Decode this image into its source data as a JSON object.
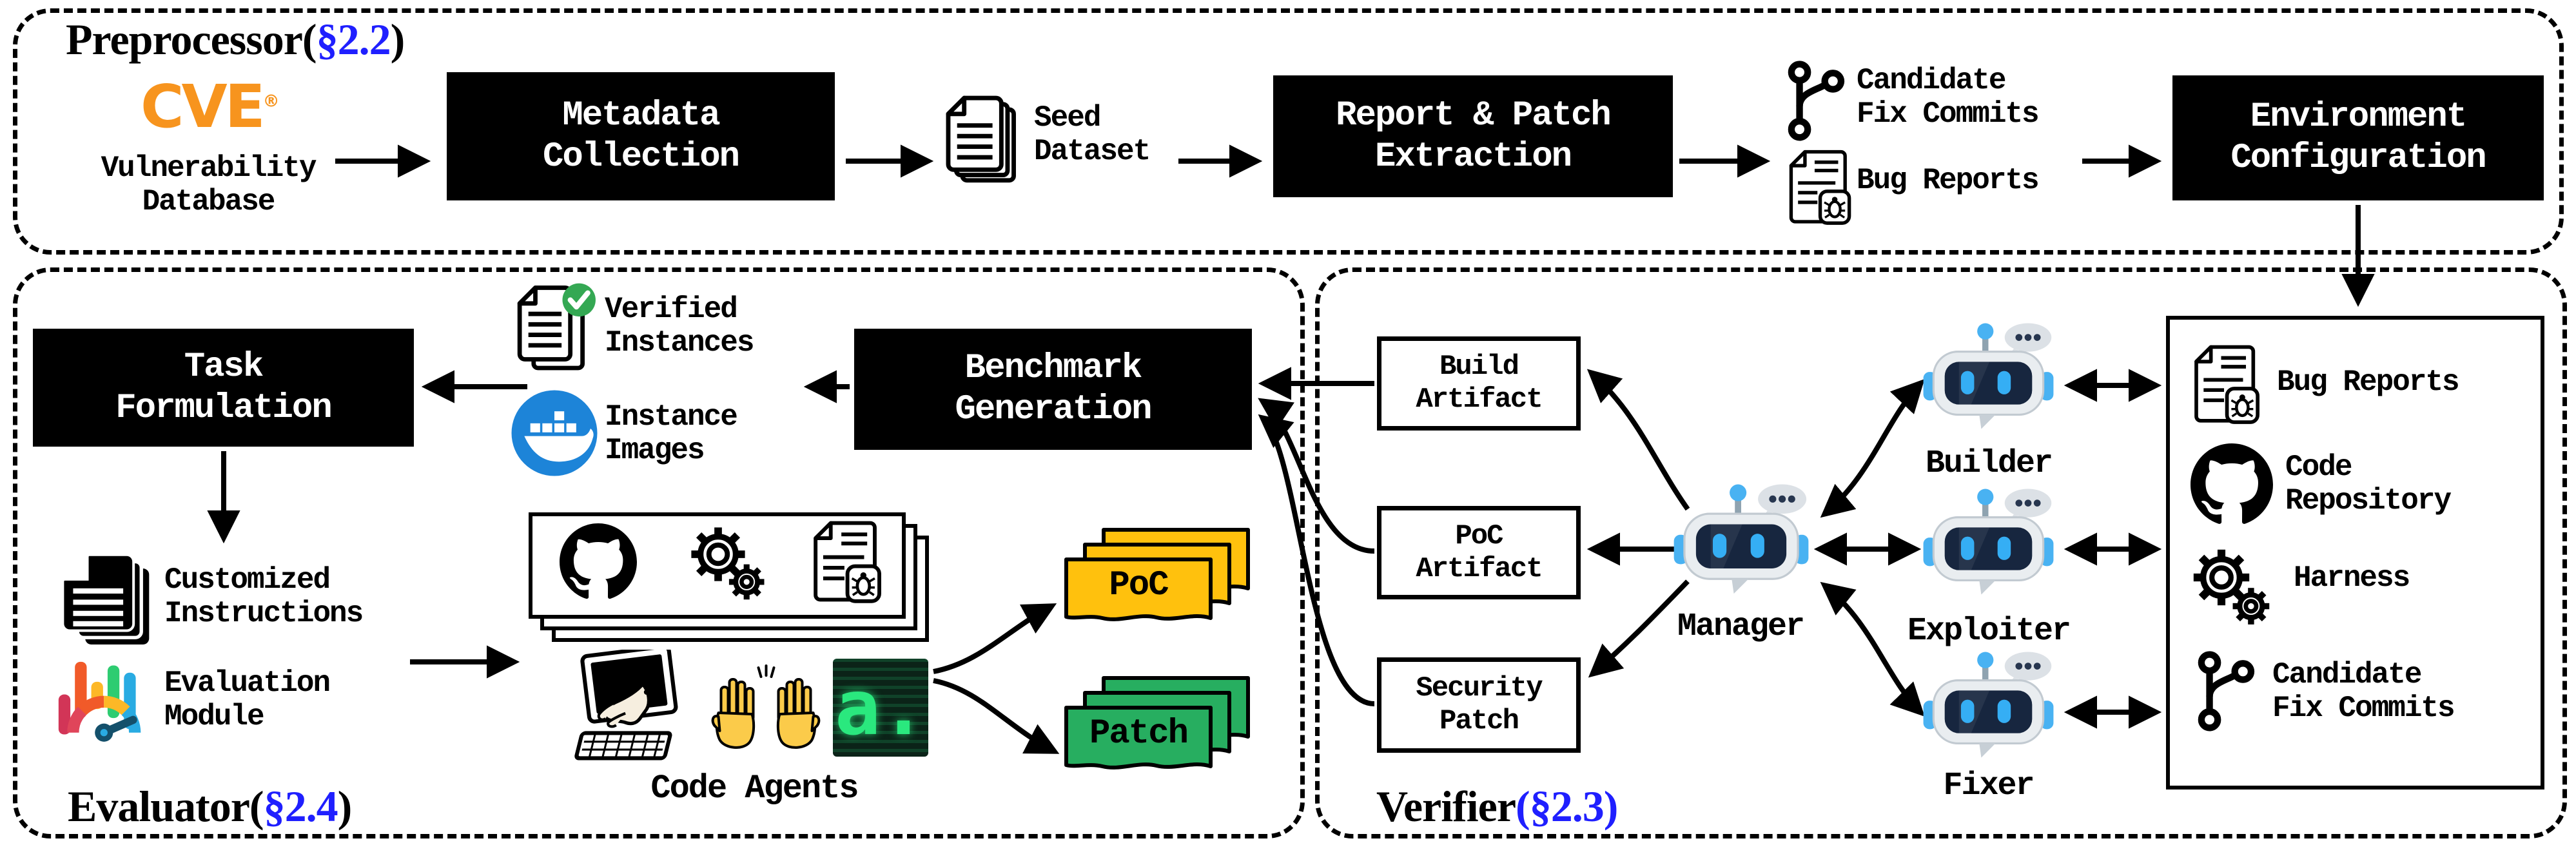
{
  "punct": {
    "open": "(",
    "close": ")"
  },
  "headers": {
    "preprocessor": {
      "name": "Preprocessor",
      "section": "§2.2"
    },
    "evaluator": {
      "name": "Evaluator",
      "section": "§2.4"
    },
    "verifier": {
      "name": "Verifier",
      "section": "§2.3"
    }
  },
  "preprocessor": {
    "cve_logo": "CVE",
    "cve_reg": "®",
    "vulnerability_db": "Vulnerability\nDatabase",
    "metadata_collection": "Metadata\nCollection",
    "seed_dataset": "Seed\nDataset",
    "report_patch_extraction": "Report & Patch\nExtraction",
    "candidate_fix_commits": "Candidate\nFix Commits",
    "bug_reports": "Bug Reports",
    "environment_configuration": "Environment\nConfiguration"
  },
  "evaluator": {
    "task_formulation": "Task\nFormulation",
    "verified_instances": "Verified\nInstances",
    "instance_images": "Instance\nImages",
    "benchmark_generation": "Benchmark\nGeneration",
    "customized_instructions": "Customized\nInstructions",
    "evaluation_module": "Evaluation\nModule",
    "code_agents": "Code Agents",
    "led_text": "a.",
    "poc": "PoC",
    "patch": "Patch"
  },
  "verifier": {
    "build_artifact": "Build\nArtifact",
    "poc_artifact": "PoC\nArtifact",
    "security_patch": "Security\nPatch",
    "manager": "Manager",
    "builder": "Builder",
    "exploiter": "Exploiter",
    "fixer": "Fixer",
    "panel": {
      "bug_reports": "Bug Reports",
      "code_repository": "Code\nRepository",
      "harness": "Harness",
      "candidate_fix_commits": "Candidate\nFix Commits"
    }
  },
  "colors": {
    "section_ref_blue": "#1F1FFF",
    "cve_orange": "#F7941E",
    "docker_blue": "#1D84D8",
    "check_green": "#34A853",
    "poc_yellow": "#FFC10D",
    "patch_green": "#27AE60",
    "led_green": "#2AE87E",
    "robot_accent_blue": "#49B2F2",
    "robot_face_navy": "#17263F"
  },
  "icons": [
    "cve-logo",
    "document-stack",
    "git-branch",
    "bug-report-document",
    "check-badge",
    "docker-whale",
    "github-octocat",
    "double-gears",
    "gauge-meter",
    "robot",
    "speech-bubble",
    "hacker-terminal",
    "raising-hands",
    "led-display",
    "folder-stack"
  ]
}
